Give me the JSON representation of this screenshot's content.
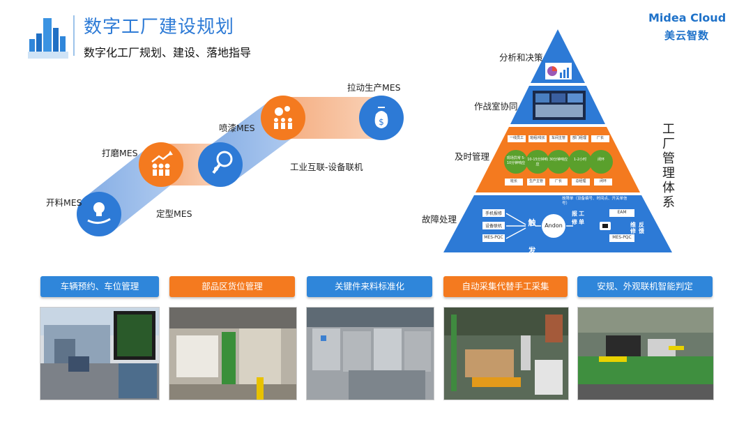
{
  "header": {
    "title": "数字工厂建设规划",
    "subtitle": "数字化工厂规划、建设、落地指导"
  },
  "brand": {
    "name_en": "Midea Cloud",
    "name_cn": "美云智数"
  },
  "flow": {
    "steps": [
      "开料MES",
      "打磨MES",
      "定型MES",
      "工业互联-设备联机",
      "喷漆MES",
      "拉动生产MES"
    ]
  },
  "pyramid": {
    "levels": [
      "分析和决策",
      "作战室协同",
      "及时管理",
      "故障处理"
    ],
    "side_title": [
      "工",
      "厂",
      "管",
      "理",
      "体",
      "系"
    ],
    "tier3": {
      "top_boxes": [
        "一线员工",
        "班组/线长",
        "车间主管",
        "部门经理",
        "厂长"
      ],
      "node_texts": [
        "现场异常 5-10分钟响应",
        "10-15分钟响应",
        "30分钟响应",
        "1-2小时",
        "闭环"
      ],
      "bottom_boxes": [
        "班长",
        "生产主管",
        "厂长",
        "总经理",
        "闭环"
      ]
    },
    "tier4": {
      "inputs": [
        "手机报修",
        "设备联机",
        "MES-PQC"
      ],
      "trigger": "触发",
      "center": "Andon",
      "header": "故障单（设备编号、时间点、开关单信号）",
      "outputs": [
        "EAM",
        "MES-PQC"
      ],
      "mid_chars": [
        "报",
        "修",
        "工",
        "单"
      ],
      "right_chars": [
        "维",
        "修",
        "反",
        "馈"
      ]
    }
  },
  "bottom": {
    "buttons": [
      {
        "label": "车辆预约、车位管理",
        "color": "#2f86da"
      },
      {
        "label": "部品区货位管理",
        "color": "#f47a1f"
      },
      {
        "label": "关键件来料标准化",
        "color": "#2f86da"
      },
      {
        "label": "自动采集代替手工采集",
        "color": "#f47a1f"
      },
      {
        "label": "安规、外观联机智能判定",
        "color": "#2f86da"
      }
    ]
  }
}
